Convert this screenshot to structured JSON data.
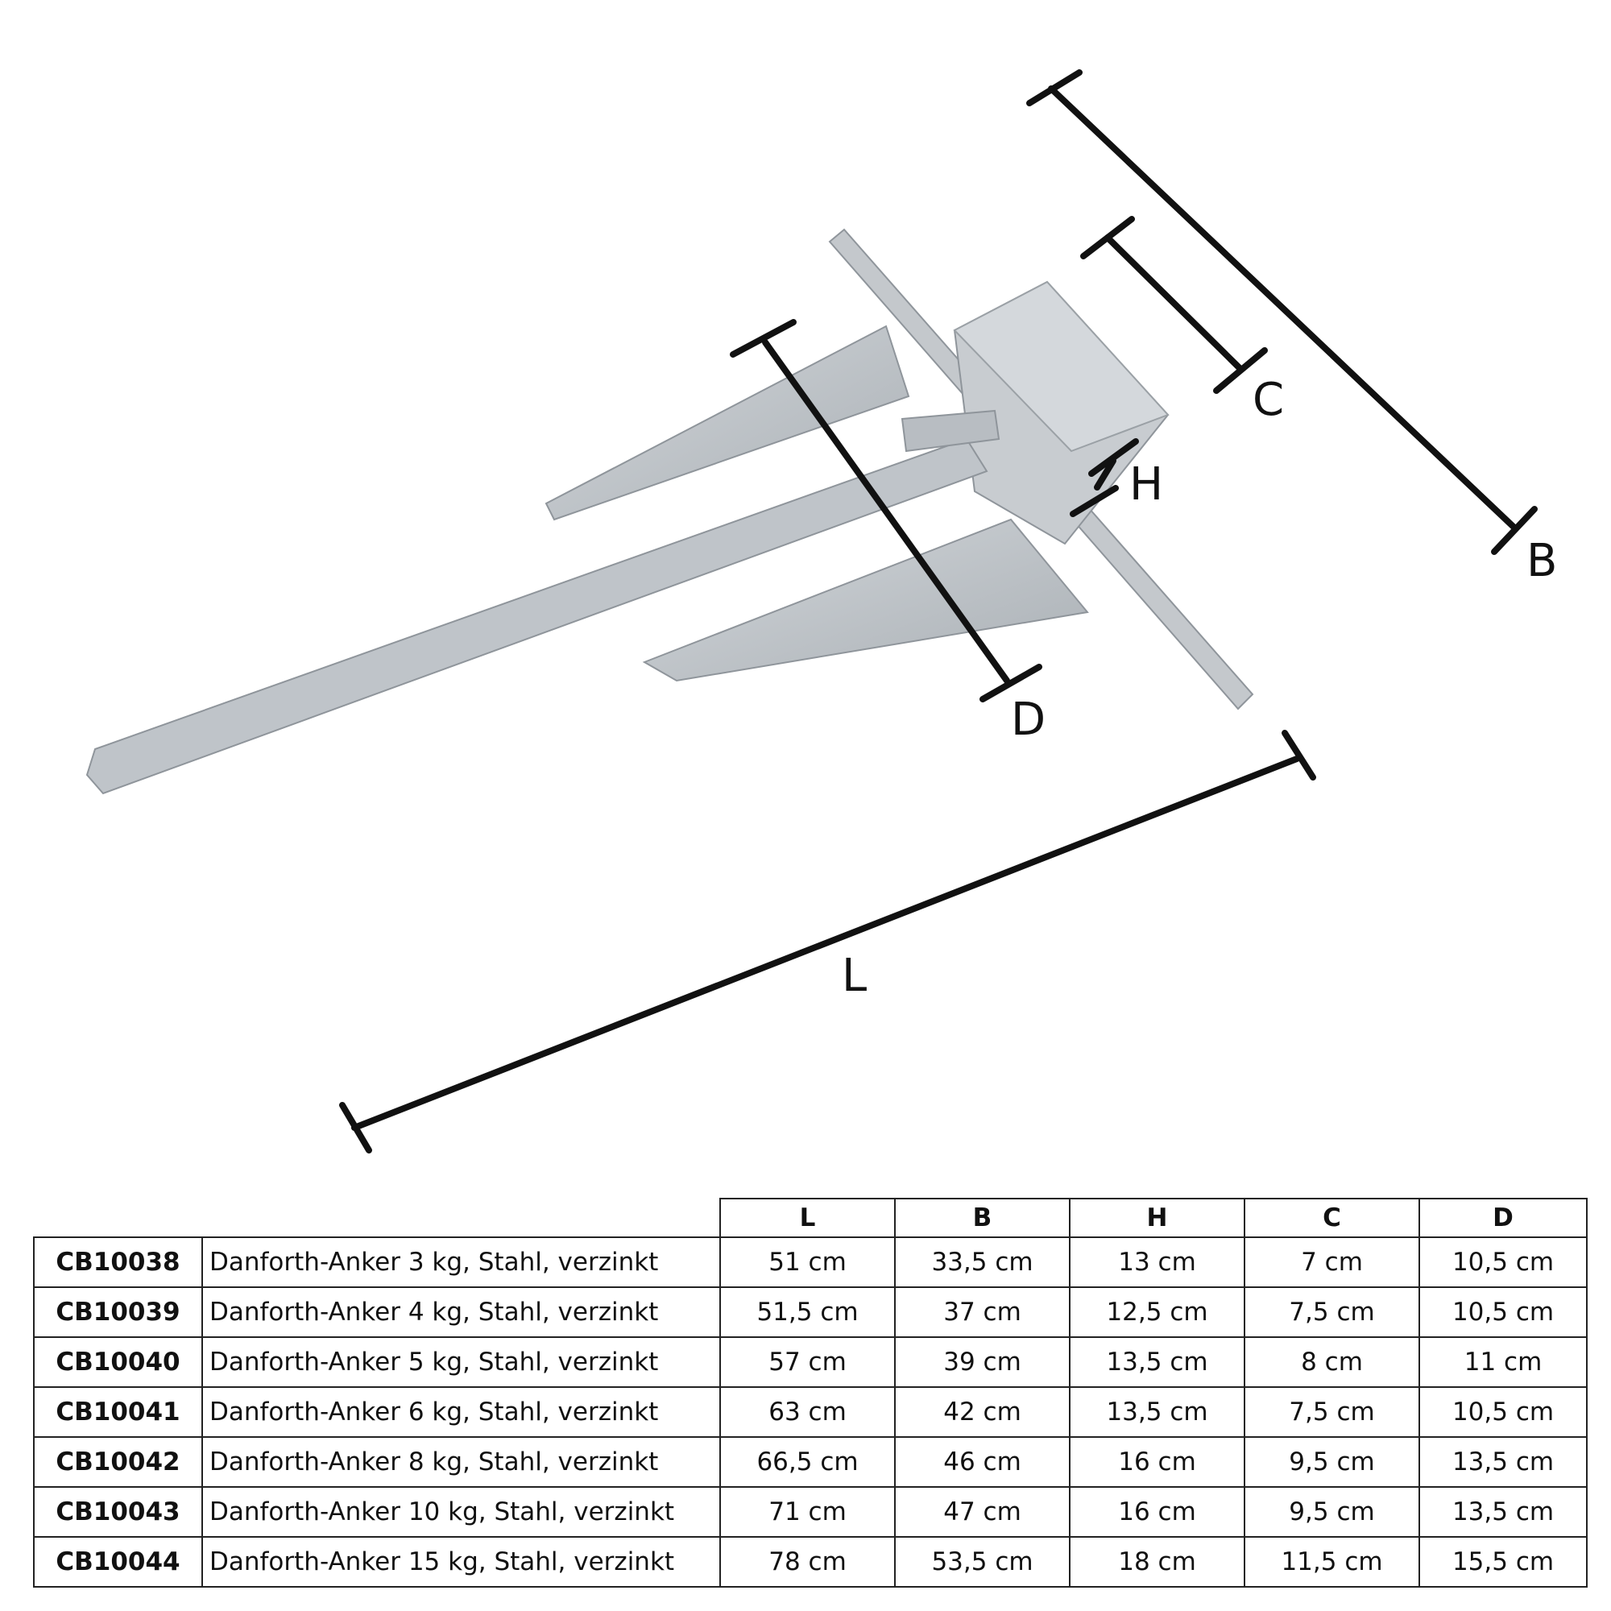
{
  "labels": {
    "L": "L",
    "B": "B",
    "H": "H",
    "C": "C",
    "D": "D"
  },
  "table": {
    "headers": [
      "L",
      "B",
      "H",
      "C",
      "D"
    ],
    "rows": [
      {
        "code": "CB10038",
        "description": "Danforth-Anker 3 kg, Stahl, verzinkt",
        "L": "51 cm",
        "B": "33,5 cm",
        "H": "13 cm",
        "C": "7 cm",
        "D": "10,5 cm"
      },
      {
        "code": "CB10039",
        "description": "Danforth-Anker 4 kg, Stahl, verzinkt",
        "L": "51,5 cm",
        "B": "37 cm",
        "H": "12,5 cm",
        "C": "7,5 cm",
        "D": "10,5 cm"
      },
      {
        "code": "CB10040",
        "description": "Danforth-Anker 5 kg, Stahl, verzinkt",
        "L": "57 cm",
        "B": "39 cm",
        "H": "13,5 cm",
        "C": "8 cm",
        "D": "11 cm"
      },
      {
        "code": "CB10041",
        "description": "Danforth-Anker 6 kg, Stahl, verzinkt",
        "L": "63 cm",
        "B": "42 cm",
        "H": "13,5 cm",
        "C": "7,5 cm",
        "D": "10,5 cm"
      },
      {
        "code": "CB10042",
        "description": "Danforth-Anker 8 kg, Stahl, verzinkt",
        "L": "66,5 cm",
        "B": "46 cm",
        "H": "16 cm",
        "C": "9,5 cm",
        "D": "13,5 cm"
      },
      {
        "code": "CB10043",
        "description": "Danforth-Anker 10 kg, Stahl, verzinkt",
        "L": "71 cm",
        "B": "47 cm",
        "H": "16 cm",
        "C": "9,5 cm",
        "D": "13,5 cm"
      },
      {
        "code": "CB10044",
        "description": "Danforth-Anker 15 kg, Stahl, verzinkt",
        "L": "78 cm",
        "B": "53,5 cm",
        "H": "18 cm",
        "C": "11,5 cm",
        "D": "15,5 cm"
      }
    ]
  },
  "colors": {
    "steel_light": "#c9cdd1",
    "steel_mid": "#b3b8bd",
    "steel_dark": "#8f959b",
    "line": "#111111"
  }
}
